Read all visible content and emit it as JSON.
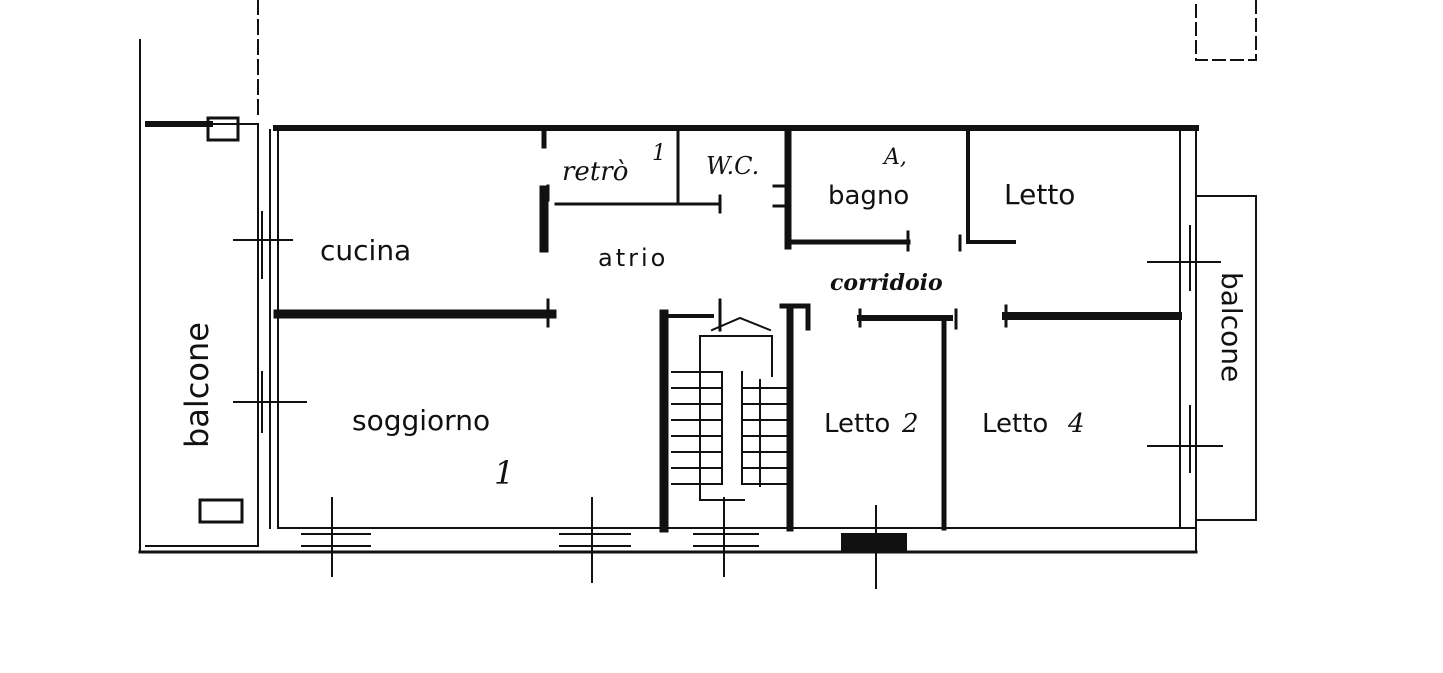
{
  "floorplan": {
    "rooms": {
      "retro": "retrò",
      "wc": "W.C.",
      "bagno": "bagno",
      "letto_top": "Letto",
      "cucina": "cucina",
      "atrio": "atrio",
      "corridoio": "corridoio",
      "soggiorno": "soggiorno",
      "letto_mid": "Letto",
      "letto_right": "Letto",
      "balcone_left": "balcone",
      "balcone_right": "balcone"
    },
    "marks": {
      "retro_n": "1",
      "bagno_n": "A,",
      "soggiorno_n": "1",
      "letto_mid_n": "2",
      "letto_right_n": "4"
    },
    "colors": {
      "ink": "#111111",
      "paper": "#ffffff"
    }
  }
}
